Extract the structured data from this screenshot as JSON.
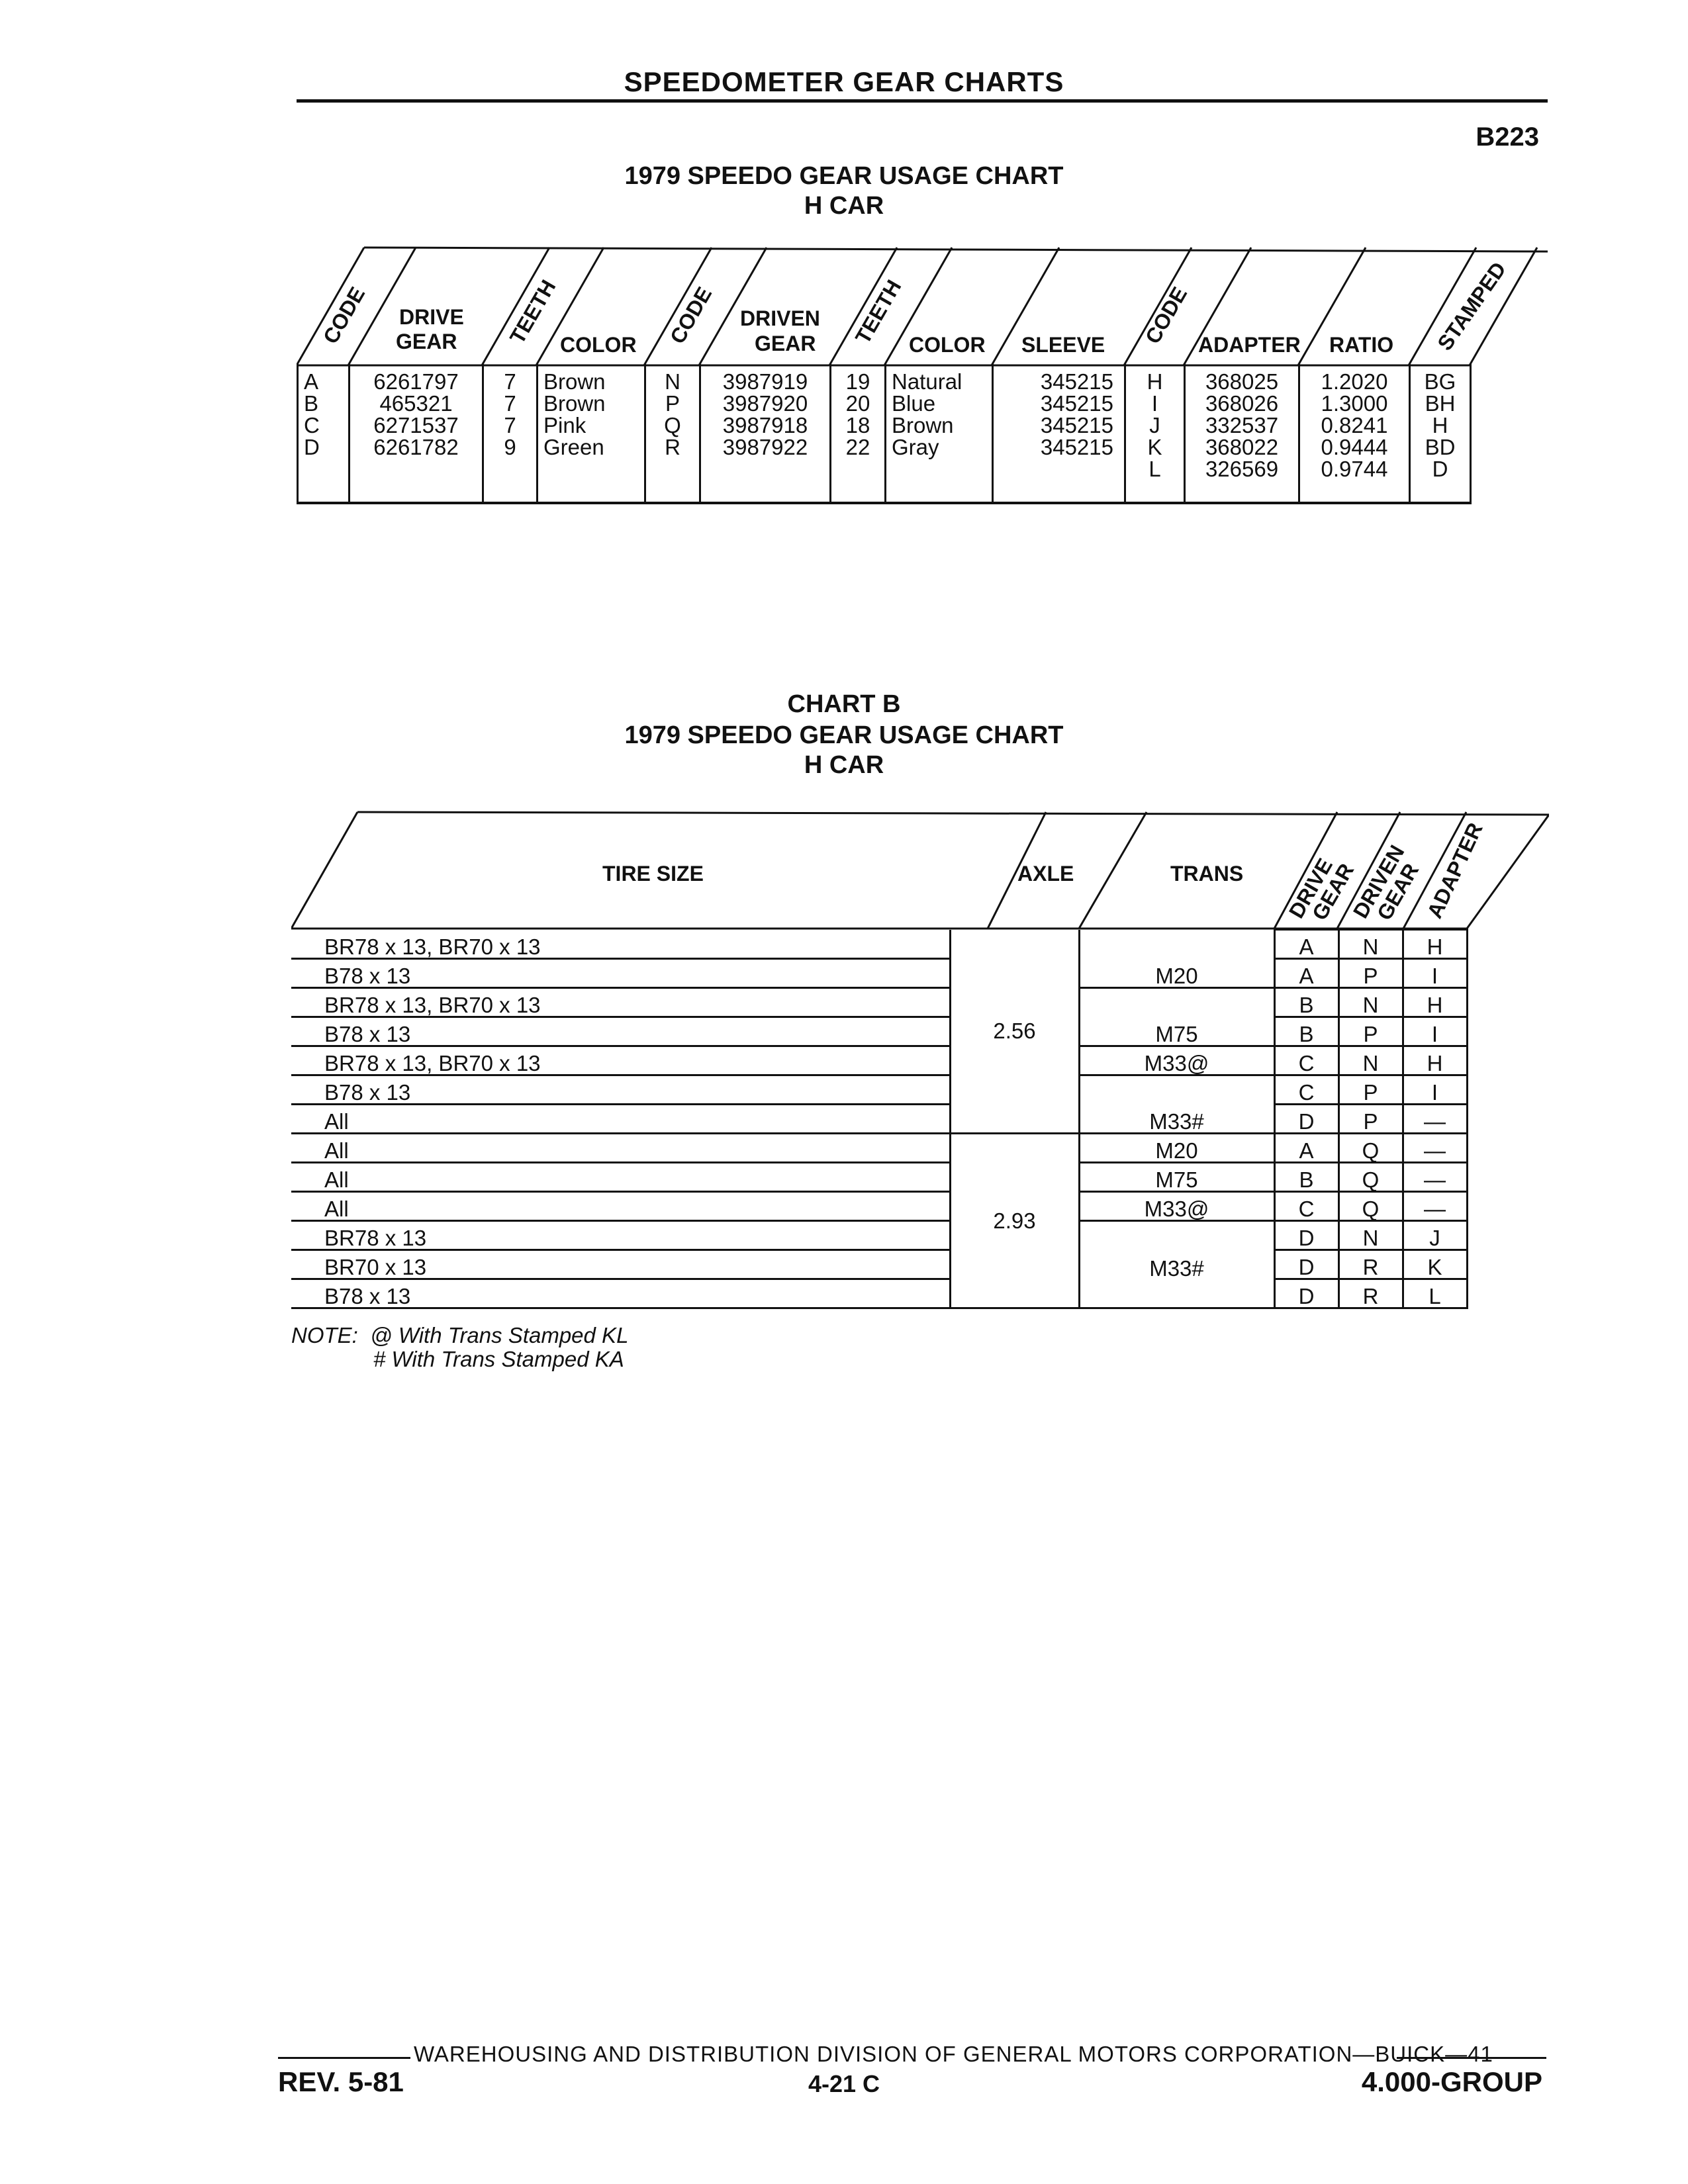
{
  "page": {
    "title": "SPEEDOMETER GEAR CHARTS",
    "code": "B223"
  },
  "chart_a": {
    "title1": "1979 SPEEDO GEAR USAGE CHART",
    "title2": "H CAR",
    "headers": {
      "code1": "CODE",
      "drive_gear": "DRIVE\nGEAR",
      "teeth1": "TEETH",
      "color1": "COLOR",
      "code2": "CODE",
      "driven_gear": "DRIVEN\nGEAR",
      "teeth2": "TEETH",
      "color2": "COLOR",
      "sleeve": "SLEEVE",
      "code3": "CODE",
      "adapter": "ADAPTER",
      "ratio": "RATIO",
      "stamped": "STAMPED"
    },
    "columns": {
      "code1": "A\nB\nC\nD",
      "drive_gear": "6261797\n465321\n6271537\n6261782",
      "teeth1": "7\n7\n7\n9",
      "color1": "Brown\nBrown\nPink\nGreen",
      "code2": "N\nP\nQ\nR",
      "driven_gear": "3987919\n3987920\n3987918\n3987922",
      "teeth2": "19\n20\n18\n22",
      "color2": "Natural\nBlue\nBrown\nGray",
      "sleeve": "345215\n345215\n345215\n345215",
      "code3": "H\nI\nJ\nK\nL",
      "adapter": "368025\n368026\n332537\n368022\n326569",
      "ratio": "1.2020\n1.3000\n0.8241\n0.9444\n0.9744",
      "stamped": "BG\nBH\nH\nBD\nD"
    }
  },
  "chart_b": {
    "label": "CHART B",
    "title1": "1979 SPEEDO GEAR USAGE CHART",
    "title2": "H CAR",
    "headers": {
      "tire_size": "TIRE SIZE",
      "axle": "AXLE",
      "trans": "TRANS",
      "drive_gear_1": "DRIVE",
      "drive_gear_2": "GEAR",
      "driven_gear_1": "DRIVEN",
      "driven_gear_2": "GEAR",
      "adapter": "ADAPTER"
    },
    "axle_values": [
      "2.56",
      "2.93"
    ],
    "rows": [
      {
        "tire": "BR78 x 13, BR70 x 13",
        "trans": "",
        "drive": "A",
        "driven": "N",
        "adapter": "H"
      },
      {
        "tire": "B78 x 13",
        "trans": "M20",
        "drive": "A",
        "driven": "P",
        "adapter": "I"
      },
      {
        "tire": "BR78 x 13, BR70 x 13",
        "trans": "",
        "drive": "B",
        "driven": "N",
        "adapter": "H"
      },
      {
        "tire": "B78 x 13",
        "trans": "M75",
        "drive": "B",
        "driven": "P",
        "adapter": "I"
      },
      {
        "tire": "BR78 x 13, BR70 x 13",
        "trans": "M33@",
        "drive": "C",
        "driven": "N",
        "adapter": "H"
      },
      {
        "tire": "B78 x 13",
        "trans": "",
        "drive": "C",
        "driven": "P",
        "adapter": "I"
      },
      {
        "tire": "All",
        "trans": "M33#",
        "drive": "D",
        "driven": "P",
        "adapter": "—"
      },
      {
        "tire": "All",
        "trans": "M20",
        "drive": "A",
        "driven": "Q",
        "adapter": "—"
      },
      {
        "tire": "All",
        "trans": "M75",
        "drive": "B",
        "driven": "Q",
        "adapter": "—"
      },
      {
        "tire": "All",
        "trans": "M33@",
        "drive": "C",
        "driven": "Q",
        "adapter": "—"
      },
      {
        "tire": "BR78 x 13",
        "trans": "",
        "drive": "D",
        "driven": "N",
        "adapter": "J"
      },
      {
        "tire": "BR70 x 13",
        "trans": "M33#",
        "drive": "D",
        "driven": "R",
        "adapter": "K"
      },
      {
        "tire": "B78 x 13",
        "trans": "",
        "drive": "D",
        "driven": "R",
        "adapter": "L"
      }
    ]
  },
  "note": {
    "label": "NOTE:",
    "line1": "@ With Trans Stamped KL",
    "line2": "# With Trans Stamped KA"
  },
  "footer": {
    "division": "WAREHOUSING AND DISTRIBUTION  DIVISION OF GENERAL MOTORS CORPORATION—BUICK—41",
    "rev": "REV. 5-81",
    "page": "4-21  C",
    "group": "4.000-GROUP"
  }
}
